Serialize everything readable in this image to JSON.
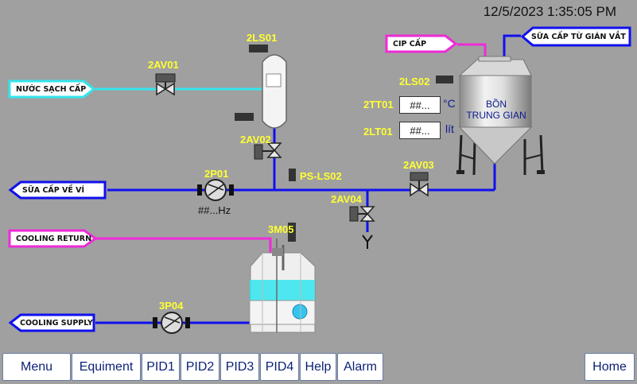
{
  "datetime": "12/5/2023 1:35:05 PM",
  "tags": {
    "nuoc_sach": "NƯỚC SẠCH CẤP",
    "cip": "CIP CẤP",
    "sua_tu_gian_vat": "SỮA CẤP TỪ GIÁN VẮT",
    "sua_ve_vi": "SỮA CẤP VỀ VÍ",
    "cooling_return": "COOLING RETURN",
    "cooling_supply": "COOLING SUPPLY"
  },
  "labels": {
    "av01": "2AV01",
    "ls01": "2LS01",
    "av02": "2AV02",
    "p01": "2P01",
    "ps_ls02": "PS-LS02",
    "av03": "2AV03",
    "av04": "2AV04",
    "ls02": "2LS02",
    "tt01": "2TT01",
    "lt01": "2LT01",
    "m05": "3M05",
    "p04": "3P04"
  },
  "pump_hz": "##...Hz",
  "displays": {
    "temp": "##...",
    "temp_unit": "°C",
    "level": "##...",
    "level_unit": "lít"
  },
  "tank": {
    "line1": "BỒN",
    "line2": "TRUNG GIAN"
  },
  "nav": {
    "menu": "Menu",
    "equipment": "Equiment",
    "pid1": "PID1",
    "pid2": "PID2",
    "pid3": "PID3",
    "pid4": "PID4",
    "help": "Help",
    "alarm": "Alarm",
    "home": "Home"
  },
  "colors": {
    "background": "#a0a0a0",
    "product_line": "#1010ee",
    "water_line": "#33e5ee",
    "cooling_return_line": "#ee2bd8",
    "label_yellow": "#ffff33"
  }
}
